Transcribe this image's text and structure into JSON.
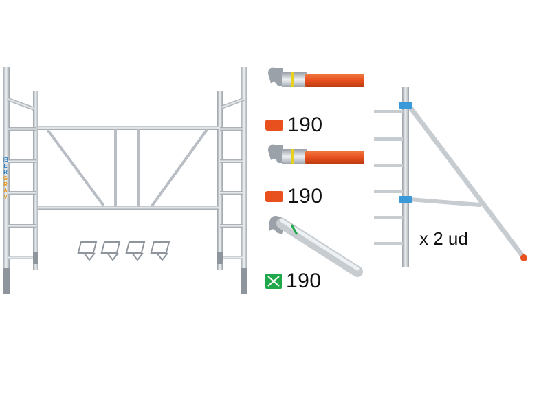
{
  "frame": {
    "brand": "IBER",
    "brand_sub": "GRAV"
  },
  "parts": [
    {
      "id": "orange-rail-1",
      "label": "190",
      "color": "#e8501e"
    },
    {
      "id": "orange-rail-2",
      "label": "190",
      "color": "#e8501e"
    },
    {
      "id": "diagonal-brace",
      "label": "190",
      "color": "#1ea84a"
    }
  ],
  "stabilizer": {
    "quantity_label": "x 2 ud"
  },
  "colors": {
    "aluminium": "#c7ccd1",
    "aluminium_dark": "#8e959c",
    "orange": "#e8501e",
    "green": "#1ea84a",
    "clamp_blue": "#3a9ad9"
  }
}
